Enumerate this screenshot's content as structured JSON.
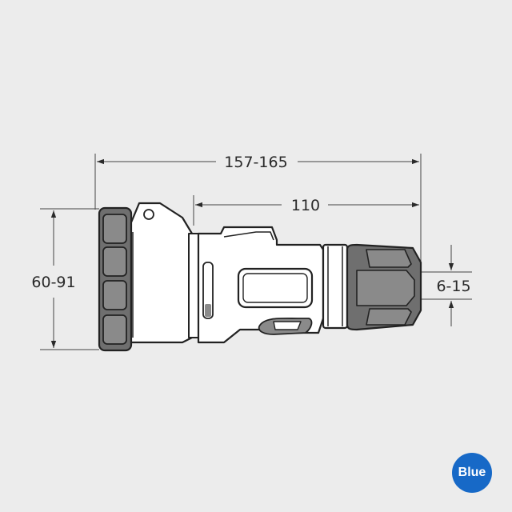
{
  "dimensions": {
    "total_length": "157-165",
    "body_length": "110",
    "front_diameter": "60-91",
    "cable_diameter": "6-15"
  },
  "badge": {
    "label": "Blue"
  },
  "colors": {
    "background": "#ececec",
    "outline": "#222222",
    "dark_grey": "#6f6f6f",
    "light_grey": "#d8d8d8",
    "body_white": "#ffffff",
    "badge": "#1769c7"
  },
  "icons": {
    "drawing": "industrial-connector-socket-side-view"
  }
}
